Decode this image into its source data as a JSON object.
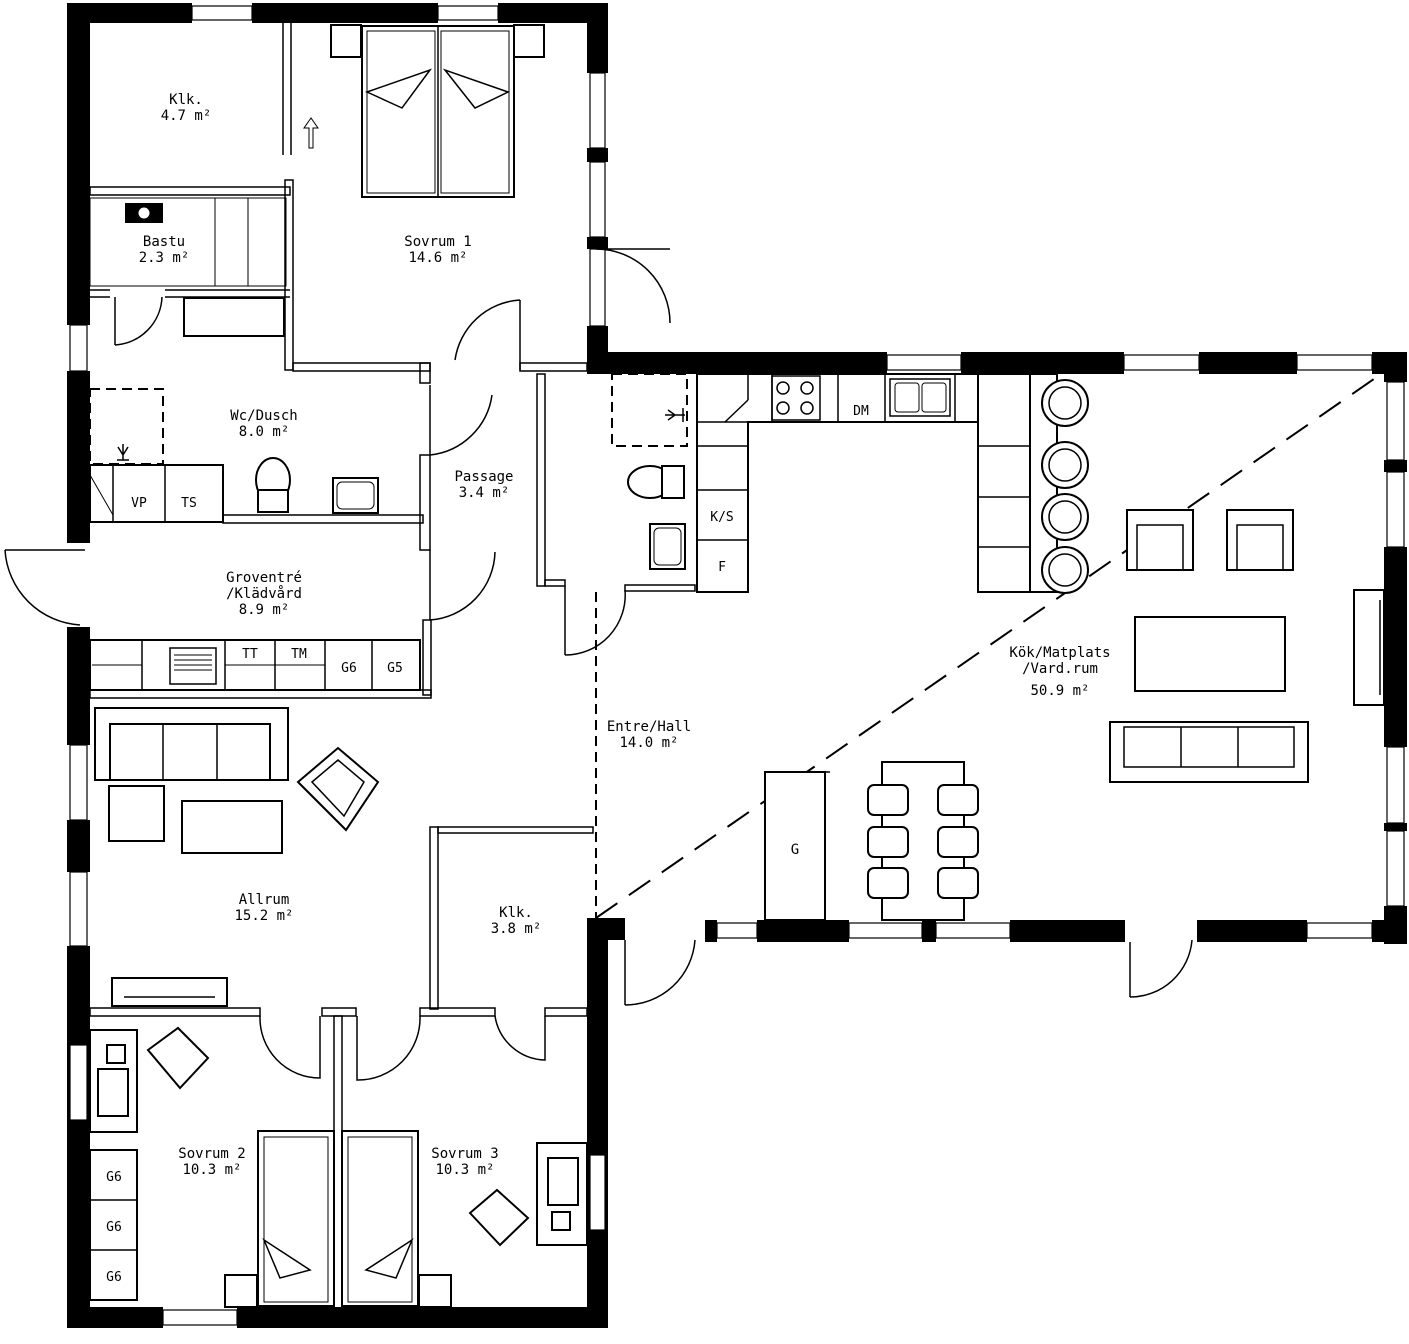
{
  "rooms": [
    {
      "id": "klk1",
      "name": "Klk.",
      "area": "4.7 m²"
    },
    {
      "id": "sovrum1",
      "name": "Sovrum 1",
      "area": "14.6 m²"
    },
    {
      "id": "bastu",
      "name": "Bastu",
      "area": "2.3 m²"
    },
    {
      "id": "wc",
      "name": "Wc/Dusch",
      "area": "8.0 m²"
    },
    {
      "id": "passage",
      "name": "Passage",
      "area": "3.4 m²"
    },
    {
      "id": "groventre",
      "name": "Groventré",
      "name2": "/Klädvård",
      "area": "8.9 m²"
    },
    {
      "id": "kok",
      "name": "Kök/Matplats",
      "name2": "/Vard.rum",
      "area": "50.9 m²"
    },
    {
      "id": "entre",
      "name": "Entre/Hall",
      "area": "14.0 m²"
    },
    {
      "id": "allrum",
      "name": "Allrum",
      "area": "15.2 m²"
    },
    {
      "id": "klk2",
      "name": "Klk.",
      "area": "3.8 m²"
    },
    {
      "id": "sovrum2",
      "name": "Sovrum 2",
      "area": "10.3 m²"
    },
    {
      "id": "sovrum3",
      "name": "Sovrum 3",
      "area": "10.3 m²"
    }
  ],
  "appliances": {
    "vp": "VP",
    "ts": "TS",
    "tt": "TT",
    "tm": "TM",
    "g6": "G6",
    "g5": "G5",
    "dm": "DM",
    "ks": "K/S",
    "f": "F",
    "g": "G"
  }
}
